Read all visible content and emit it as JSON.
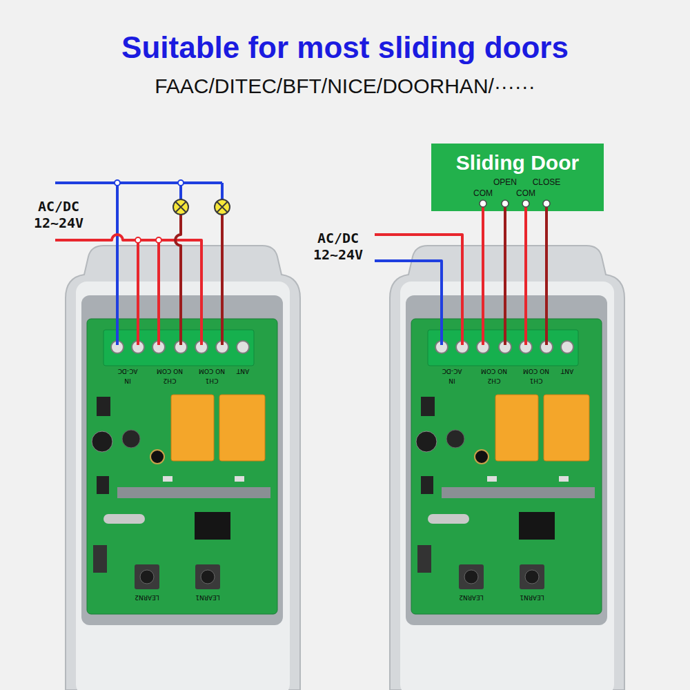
{
  "diagram": {
    "title": "Suitable for most sliding doors",
    "nodes": [
      {
        "text": [
          "Sliding Door",
          "COM",
          "OPEN",
          "COM",
          "CLOSE"
        ]
      }
    ],
    "labels": [
      "FAAC/DITEC/BFT/NICE/DOORHAN/······",
      "AC/DC 12~24V",
      "AC/DC 12~24V",
      "AC-DC",
      "IN",
      "NO COM",
      "CH2",
      "NO COM",
      "CH1",
      "ANT",
      "LEARN2",
      "LEARN1",
      "AC-DC",
      "IN",
      "NO COM",
      "CH2",
      "NO COM",
      "CH1",
      "ANT",
      "LEARN2",
      "LEARN1"
    ]
  }
}
